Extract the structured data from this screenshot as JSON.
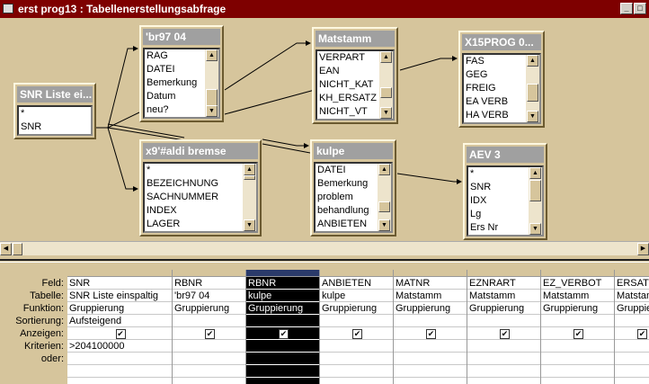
{
  "window": {
    "title": "erst prog13 : Tabellenerstellungsabfrage",
    "min": "_",
    "max": "□"
  },
  "tables": [
    {
      "name": "SNR Liste ei...",
      "fields": [
        "*",
        "SNR"
      ]
    },
    {
      "name": "'br97 04",
      "fields": [
        "RAG",
        "DATEI",
        "Bemerkung",
        "Datum",
        "neu?"
      ]
    },
    {
      "name": "Matstamm",
      "fields": [
        "VERPART",
        "EAN",
        "NICHT_KAT",
        "KH_ERSATZ",
        "NICHT_VT"
      ]
    },
    {
      "name": "X15PROG 0...",
      "fields": [
        "FAS",
        "GEG",
        "FREIG",
        "EA VERB",
        "HA VERB"
      ]
    },
    {
      "name": "x9'#aldi bremse",
      "fields": [
        "*",
        "BEZEICHNUNG",
        "SACHNUMMER",
        "INDEX",
        "LAGER"
      ]
    },
    {
      "name": "kulpe",
      "fields": [
        "DATEI",
        "Bemerkung",
        "problem",
        "behandlung",
        "ANBIETEN"
      ]
    },
    {
      "name": "AEV 3",
      "fields": [
        "*",
        "SNR",
        "IDX",
        "Lg",
        "Ers Nr"
      ]
    }
  ],
  "grid": {
    "row_labels": [
      "Feld:",
      "Tabelle:",
      "Funktion:",
      "Sortierung:",
      "Anzeigen:",
      "Kriterien:",
      "oder:"
    ],
    "columns": [
      {
        "feld": "SNR",
        "tabelle": "SNR Liste einspaltig",
        "funktion": "Gruppierung",
        "sortierung": "Aufsteigend",
        "anzeigen": true,
        "kriterien": ">204100000"
      },
      {
        "feld": "RBNR",
        "tabelle": "'br97 04",
        "funktion": "Gruppierung",
        "sortierung": "",
        "anzeigen": true,
        "kriterien": ""
      },
      {
        "feld": "RBNR",
        "tabelle": "kulpe",
        "funktion": "Gruppierung",
        "sortierung": "",
        "anzeigen": true,
        "kriterien": "",
        "selected": true
      },
      {
        "feld": "ANBIETEN",
        "tabelle": "kulpe",
        "funktion": "Gruppierung",
        "sortierung": "",
        "anzeigen": true,
        "kriterien": ""
      },
      {
        "feld": "MATNR",
        "tabelle": "Matstamm",
        "funktion": "Gruppierung",
        "sortierung": "",
        "anzeigen": true,
        "kriterien": ""
      },
      {
        "feld": "EZNRART",
        "tabelle": "Matstamm",
        "funktion": "Gruppierung",
        "sortierung": "",
        "anzeigen": true,
        "kriterien": ""
      },
      {
        "feld": "EZ_VERBOT",
        "tabelle": "Matstamm",
        "funktion": "Gruppierung",
        "sortierung": "",
        "anzeigen": true,
        "kriterien": ""
      },
      {
        "feld": "ERSATZ",
        "tabelle": "Matstamm",
        "funktion": "Gruppierung",
        "sortierung": "",
        "anzeigen": true,
        "kriterien": ""
      }
    ],
    "checkmark": "✔"
  }
}
